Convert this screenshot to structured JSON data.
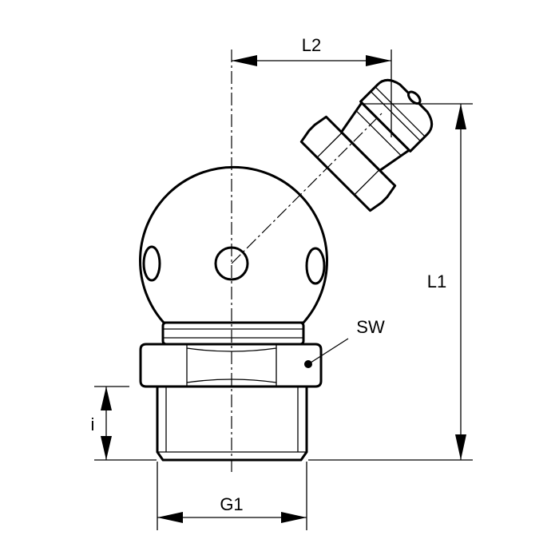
{
  "labels": {
    "l2": "L2",
    "l1": "L1",
    "sw": "SW",
    "i": "i",
    "g1": "G1"
  },
  "colors": {
    "line": "#000000",
    "background": "#ffffff"
  }
}
